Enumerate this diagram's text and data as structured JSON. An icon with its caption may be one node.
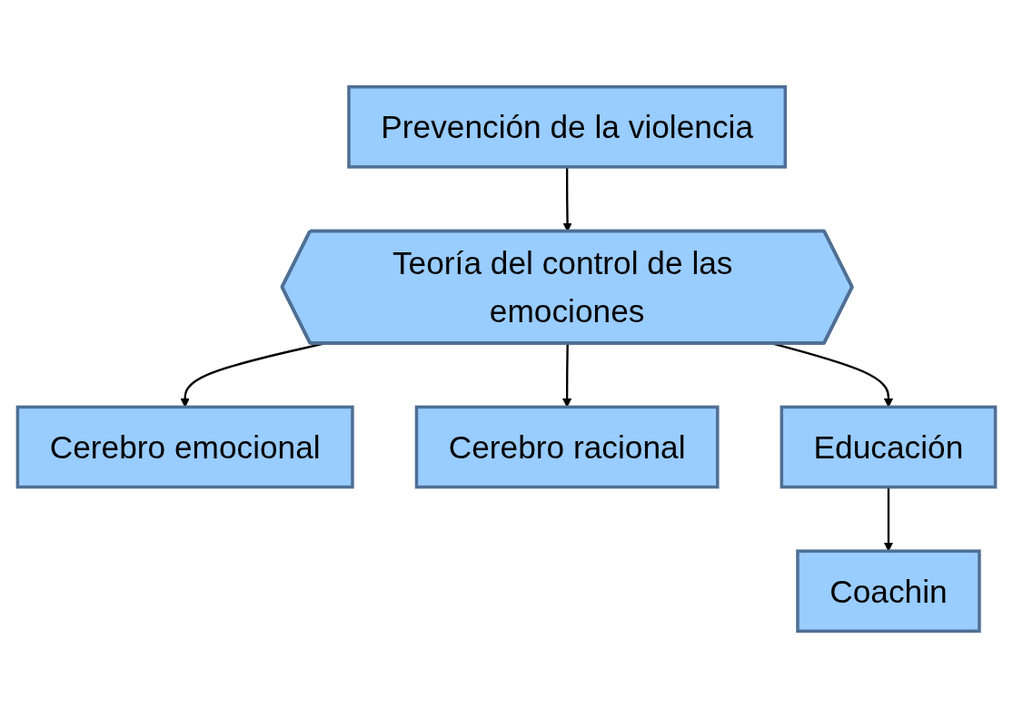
{
  "diagram": {
    "nodes": [
      {
        "text": [
          "Prevención de la violencia"
        ]
      },
      {
        "text": [
          "Teoría del control de las emociones"
        ]
      },
      {
        "text": [
          "Cerebro emocional"
        ]
      },
      {
        "text": [
          "Cerebro racional"
        ]
      },
      {
        "text": [
          "Educación"
        ]
      },
      {
        "text": [
          "Coachin"
        ]
      }
    ],
    "edges": [
      {
        "from": 0,
        "to": 1,
        "arrow": "to"
      },
      {
        "from": 1,
        "to": 2,
        "arrow": "to"
      },
      {
        "from": 1,
        "to": 4,
        "arrow": "to"
      },
      {
        "from": 1,
        "to": 3,
        "arrow": "to"
      },
      {
        "from": 4,
        "to": 5,
        "arrow": "to"
      }
    ]
  }
}
